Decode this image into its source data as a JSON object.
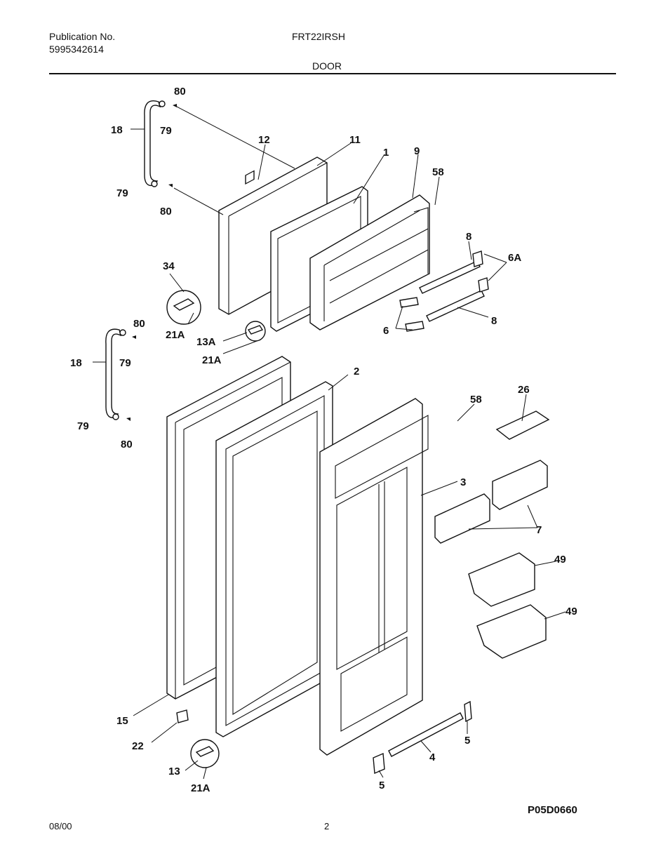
{
  "header": {
    "publication_label": "Publication No.",
    "publication_number": "5995342614",
    "model": "FRT22IRSH",
    "section": "DOOR"
  },
  "footer": {
    "date": "08/00",
    "page": "2",
    "diagram_code": "P05D0660"
  },
  "callouts": [
    {
      "id": "c80a",
      "text": "80"
    },
    {
      "id": "c79a",
      "text": "79"
    },
    {
      "id": "c18a",
      "text": "18"
    },
    {
      "id": "c79b",
      "text": "79"
    },
    {
      "id": "c80b",
      "text": "80"
    },
    {
      "id": "c12",
      "text": "12"
    },
    {
      "id": "c11",
      "text": "11"
    },
    {
      "id": "c1",
      "text": "1"
    },
    {
      "id": "c9",
      "text": "9"
    },
    {
      "id": "c58a",
      "text": "58"
    },
    {
      "id": "c8a",
      "text": "8"
    },
    {
      "id": "c6A",
      "text": "6A"
    },
    {
      "id": "c6",
      "text": "6"
    },
    {
      "id": "c8b",
      "text": "8"
    },
    {
      "id": "c34",
      "text": "34"
    },
    {
      "id": "c21Aa",
      "text": "21A"
    },
    {
      "id": "c13A",
      "text": "13A"
    },
    {
      "id": "c21Ab",
      "text": "21A"
    },
    {
      "id": "c80c",
      "text": "80"
    },
    {
      "id": "c18b",
      "text": "18"
    },
    {
      "id": "c79c",
      "text": "79"
    },
    {
      "id": "c79d",
      "text": "79"
    },
    {
      "id": "c80d",
      "text": "80"
    },
    {
      "id": "c2",
      "text": "2"
    },
    {
      "id": "c58b",
      "text": "58"
    },
    {
      "id": "c26",
      "text": "26"
    },
    {
      "id": "c3",
      "text": "3"
    },
    {
      "id": "c7",
      "text": "7"
    },
    {
      "id": "c49a",
      "text": "49"
    },
    {
      "id": "c49b",
      "text": "49"
    },
    {
      "id": "c15",
      "text": "15"
    },
    {
      "id": "c22",
      "text": "22"
    },
    {
      "id": "c13",
      "text": "13"
    },
    {
      "id": "c21Ac",
      "text": "21A"
    },
    {
      "id": "c5a",
      "text": "5"
    },
    {
      "id": "c4",
      "text": "4"
    },
    {
      "id": "c5b",
      "text": "5"
    }
  ]
}
